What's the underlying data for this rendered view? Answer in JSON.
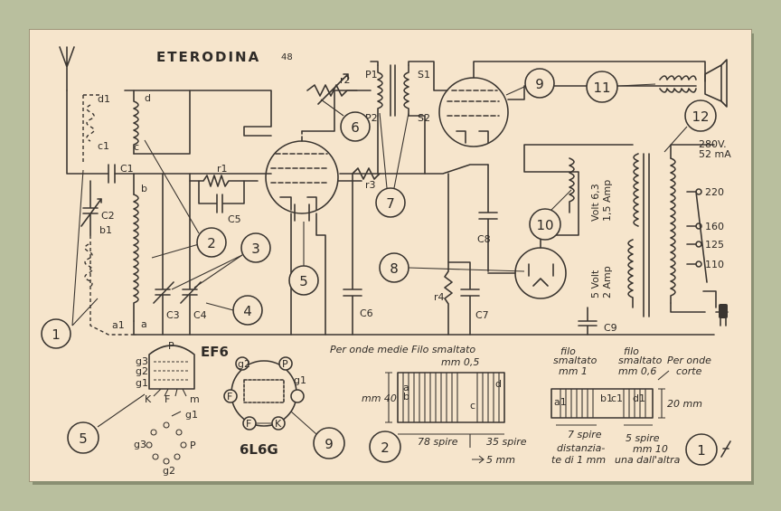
{
  "title": "ETERODINA",
  "title_suffix": "48",
  "tubes": {
    "ef6": "EF6",
    "l6g": "6L6G"
  },
  "components": {
    "r2": "r2",
    "r1": "r1",
    "r3": "r3",
    "r4": "r4",
    "c1": "C1",
    "c2": "C2",
    "c3": "C3",
    "c4": "C4",
    "c5": "C5",
    "c6": "C6",
    "c7": "C7",
    "c8": "C8",
    "c9": "C9",
    "p1": "P1",
    "p2": "P2",
    "s1": "S1",
    "s2": "S2",
    "d1": "d1",
    "d": "d",
    "c1coil": "c1",
    "c": "c",
    "b": "b",
    "b1": "b1",
    "a": "a",
    "a1": "a1"
  },
  "transformer": {
    "volt63": "Volt 6,3",
    "amp15": "1,5 Amp",
    "volt5": "5 Volt",
    "amp2": "2 Amp",
    "rating_v": "280V.",
    "rating_ma": "52 mA",
    "tap220": "220",
    "tap160": "160",
    "tap125": "125",
    "tap110": "110"
  },
  "numbers": {
    "n1": "1",
    "n2": "2",
    "n3": "3",
    "n4": "4",
    "n5": "5",
    "n6": "6",
    "n7": "7",
    "n8": "8",
    "n9": "9",
    "n10": "10",
    "n11": "11",
    "n12": "12"
  },
  "pinout": {
    "ef6": {
      "p": "P",
      "g3": "g3",
      "g2": "g2",
      "g1": "g1",
      "k": "K",
      "f": "F",
      "m": "m"
    },
    "l6g": {
      "g2": "g2",
      "p": "P",
      "g1": "g1",
      "f": "F",
      "k": "K"
    }
  },
  "coil_medium": {
    "heading": "Per onde medie Filo smaltato",
    "wire": "mm 0,5",
    "height": "mm 40",
    "turns1": "78 spire",
    "turns2": "35 spire",
    "gap": "5 mm",
    "a": "a",
    "b": "b",
    "c": "c",
    "d": "d"
  },
  "coil_short": {
    "wire1_a": "filo",
    "wire1_b": "smaltato",
    "wire1_c": "mm 1",
    "wire2_a": "filo",
    "wire2_b": "smaltato",
    "wire2_c": "mm 0,6",
    "heading_a": "Per onde",
    "heading_b": "corte",
    "height": "20 mm",
    "turns1": "7 spire",
    "turns1_note_a": "distanzia-",
    "turns1_note_b": "te di 1 mm",
    "turns2": "5 spire",
    "turns2_note_a": "mm 10",
    "turns2_note_b": "una dall'altra",
    "a1": "a1",
    "b1": "b1",
    "c1": "c1",
    "d1": "d1"
  }
}
